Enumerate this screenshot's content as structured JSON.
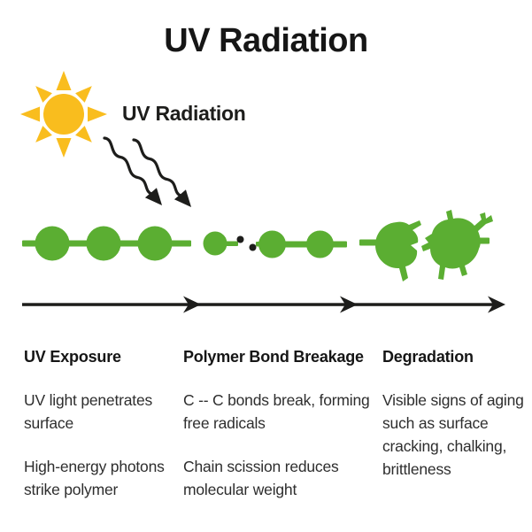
{
  "title": "UV Radiation",
  "sun_label": "UV Radiation",
  "colors": {
    "green": "#5bae32",
    "yellow": "#f9bd1e",
    "ink": "#1d1d1b",
    "heading": "#161616",
    "body": "#2e2e2e",
    "bg": "#ffffff"
  },
  "icons": {
    "sun": "sun-icon",
    "uv_rays": "wavy-arrow-icon",
    "timeline": "right-arrow-icon"
  },
  "columns": [
    {
      "heading": "UV Exposure",
      "paragraphs": [
        "UV light penetrates\nsurface",
        "High-energy photons\nstrike polymer"
      ]
    },
    {
      "heading": "Polymer Bond Breakage",
      "paragraphs": [
        "C -- C bonds break, forming\nfree radicals",
        "Chain scission reduces\nmolecular weight"
      ]
    },
    {
      "heading": "Degradation",
      "paragraphs": [
        "Visible signs of aging\nsuch as surface\ncracking, chalking,\nbrittleness"
      ]
    }
  ]
}
